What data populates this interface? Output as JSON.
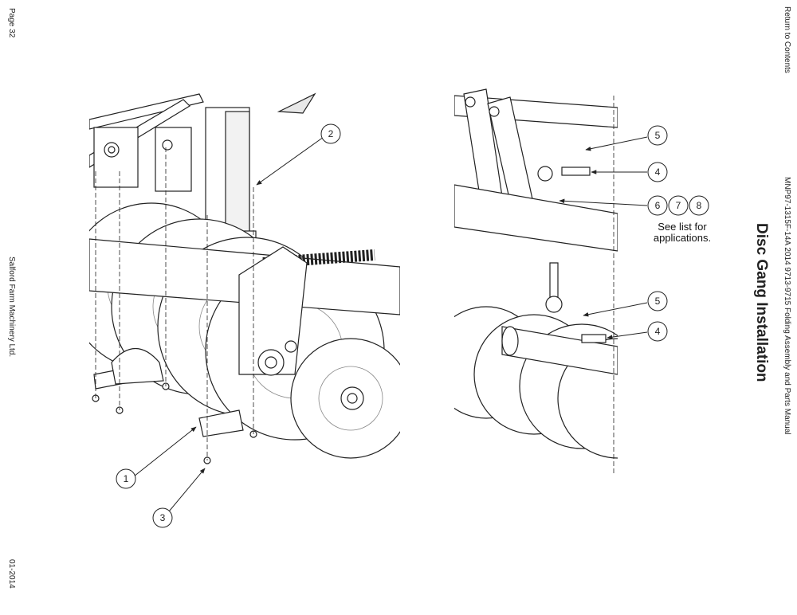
{
  "margin_left": {
    "page": "Page 32",
    "company": "Salford Farm Machinery Ltd.",
    "date": "01-2014"
  },
  "margin_right": {
    "return_link": "Return to Contents",
    "manual_title": "MNP97-1315F-14A  2014 9713-9715 Folding Assembly and Parts Manual",
    "section_title": "Disc Gang Installation"
  },
  "figure_left": {
    "callouts": [
      "1",
      "2",
      "3"
    ]
  },
  "figure_right": {
    "callouts": [
      "5",
      "4",
      "6",
      "7",
      "8",
      "5",
      "4"
    ],
    "note_line1": "See list for",
    "note_line2": "applications."
  }
}
